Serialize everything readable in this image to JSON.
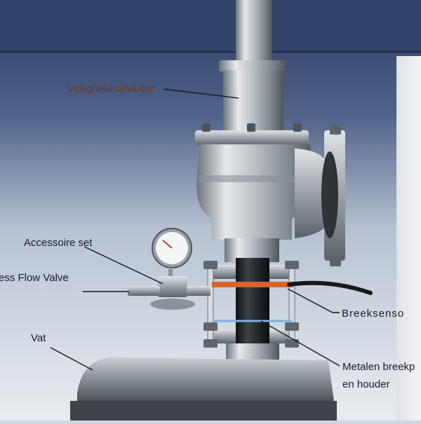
{
  "labels": {
    "veiligheidsafsluiter": "Veiligheidsafsluiter",
    "accessoire_set": "Accessoire set",
    "excess_flow_valve": "ess Flow Valve",
    "vat": "Vat",
    "breeksensor": "Breeksenso",
    "metalen_breekplaat_line1": "Metalen breekp",
    "metalen_breekplaat_line2": "en houder"
  },
  "colors": {
    "background_top": "#2f3e63",
    "background_bottom": "#e6ebf0",
    "metal_light": "#d9dde1",
    "metal_dark": "#5c646c",
    "sensor_orange": "#d8642c",
    "pipe_dark": "#1f2226"
  }
}
